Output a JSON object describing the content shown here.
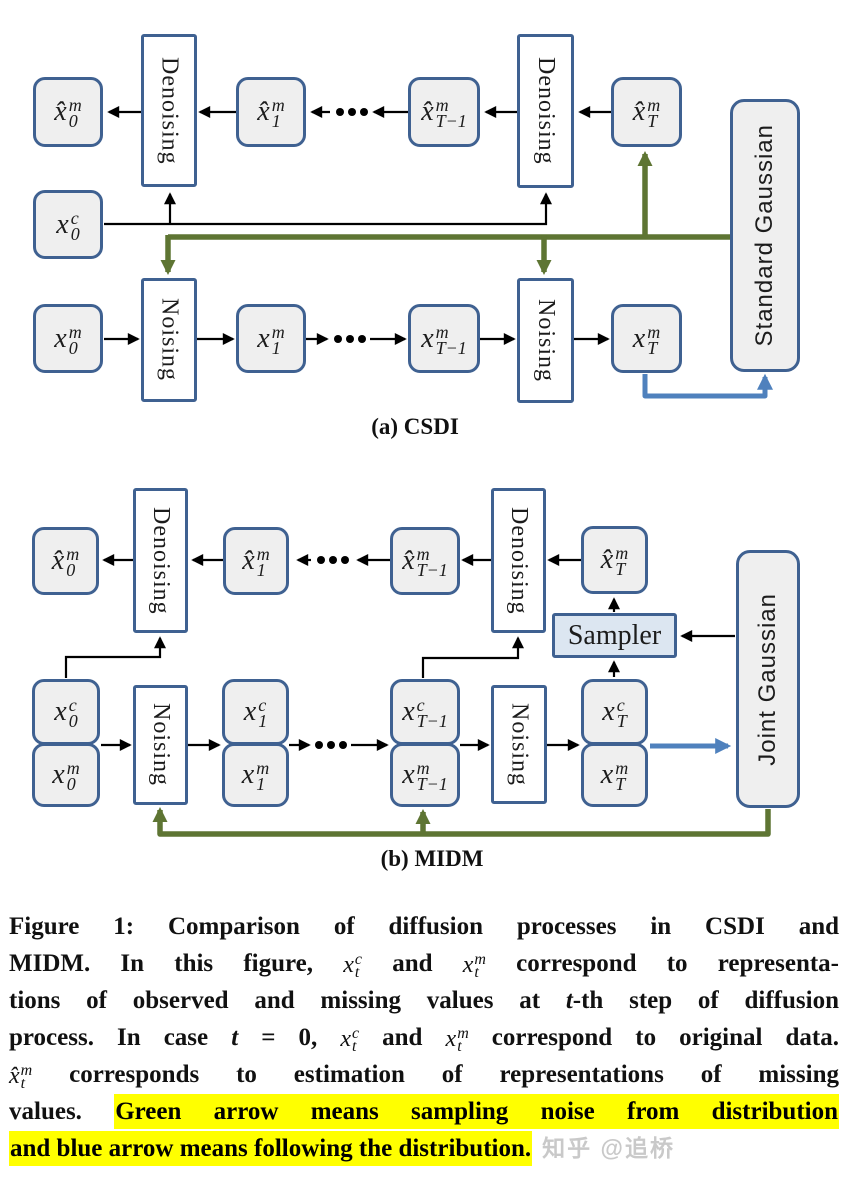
{
  "figure": {
    "caption_a": "(a) CSDI",
    "caption_b": "(b) MIDM"
  },
  "colors": {
    "box_border": "#3f6191",
    "box_fill": "#efefef",
    "process_fill": "#ffffff",
    "sampler_fill": "#dce6f1",
    "green_arrow": "#5e7533",
    "blue_arrow": "#4f81bd",
    "black_arrow": "#000000",
    "highlight": "#ffff00",
    "watermark_gray": "#c9c9c9"
  },
  "diagram_a": {
    "denoising": "Denoising",
    "noising": "Noising",
    "gaussian": "Standard Gaussian",
    "nodes": {
      "xhat0": {
        "base": "x̂",
        "sup": "m",
        "sub": "0"
      },
      "xhat1": {
        "base": "x̂",
        "sup": "m",
        "sub": "1"
      },
      "xhatT1": {
        "base": "x̂",
        "sup": "m",
        "sub": "T−1"
      },
      "xhatT": {
        "base": "x̂",
        "sup": "m",
        "sub": "T"
      },
      "x0c": {
        "base": "x",
        "sup": "c",
        "sub": "0"
      },
      "x0m": {
        "base": "x",
        "sup": "m",
        "sub": "0"
      },
      "x1m": {
        "base": "x",
        "sup": "m",
        "sub": "1"
      },
      "xT1m": {
        "base": "x",
        "sup": "m",
        "sub": "T−1"
      },
      "xTm": {
        "base": "x",
        "sup": "m",
        "sub": "T"
      }
    }
  },
  "diagram_b": {
    "denoising": "Denoising",
    "noising": "Noising",
    "sampler": "Sampler",
    "gaussian": "Joint Gaussian",
    "nodes": {
      "xhat0": {
        "base": "x̂",
        "sup": "m",
        "sub": "0"
      },
      "xhat1": {
        "base": "x̂",
        "sup": "m",
        "sub": "1"
      },
      "xhatT1": {
        "base": "x̂",
        "sup": "m",
        "sub": "T−1"
      },
      "xhatT": {
        "base": "x̂",
        "sup": "m",
        "sub": "T"
      },
      "x0c": {
        "base": "x",
        "sup": "c",
        "sub": "0"
      },
      "x0m": {
        "base": "x",
        "sup": "m",
        "sub": "0"
      },
      "x1c": {
        "base": "x",
        "sup": "c",
        "sub": "1"
      },
      "x1m": {
        "base": "x",
        "sup": "m",
        "sub": "1"
      },
      "xT1c": {
        "base": "x",
        "sup": "c",
        "sub": "T−1"
      },
      "xT1m": {
        "base": "x",
        "sup": "m",
        "sub": "T−1"
      },
      "xTc": {
        "base": "x",
        "sup": "c",
        "sub": "T"
      },
      "xTm": {
        "base": "x",
        "sup": "m",
        "sub": "T"
      }
    }
  },
  "caption": {
    "lines": [
      {
        "runs": [
          {
            "text": "Figure 1: Comparison of diffusion processes in CSDI and"
          }
        ]
      },
      {
        "runs": [
          {
            "text": "MIDM. In this figure, "
          },
          {
            "math": {
              "base": "x",
              "sup": "c",
              "sub": "t"
            }
          },
          {
            "text": " and "
          },
          {
            "math": {
              "base": "x",
              "sup": "m",
              "sub": "t"
            }
          },
          {
            "text": " correspond to representa-"
          }
        ]
      },
      {
        "runs": [
          {
            "text": "tions of observed and missing values at "
          },
          {
            "text": "t",
            "italic": true
          },
          {
            "text": "-th step of diffusion"
          }
        ]
      },
      {
        "runs": [
          {
            "text": "process. In case "
          },
          {
            "text": "t",
            "italic": true
          },
          {
            "text": " = 0, "
          },
          {
            "math": {
              "base": "x",
              "sup": "c",
              "sub": "t"
            }
          },
          {
            "text": " and "
          },
          {
            "math": {
              "base": "x",
              "sup": "m",
              "sub": "t"
            }
          },
          {
            "text": " correspond to original data."
          }
        ]
      },
      {
        "runs": [
          {
            "math": {
              "base": "x̂",
              "sup": "m",
              "sub": "t"
            }
          },
          {
            "text": " corresponds to estimation of representations of missing"
          }
        ]
      },
      {
        "runs": [
          {
            "text": "values. "
          },
          {
            "text": "Green arrow means sampling noise from distribution",
            "highlight": true
          }
        ]
      },
      {
        "runs": [
          {
            "text": "and blue arrow means following the distribution.",
            "highlight": true
          }
        ]
      }
    ]
  },
  "watermark": "知乎 @追桥"
}
